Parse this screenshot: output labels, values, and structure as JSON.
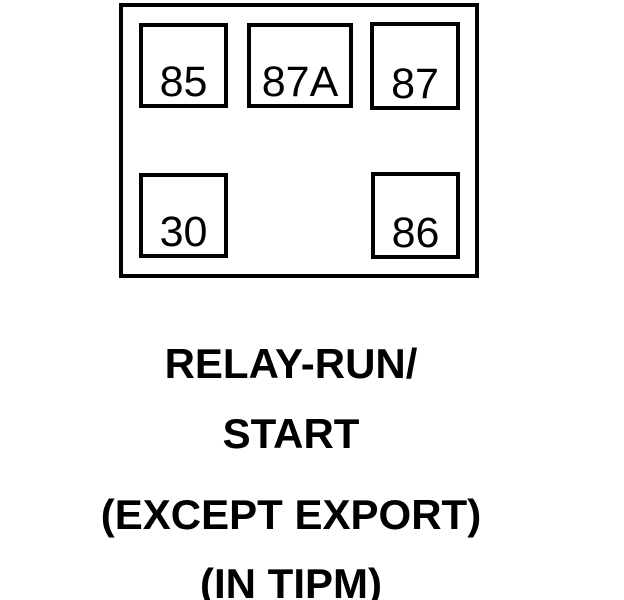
{
  "diagram": {
    "type": "relay-pinout",
    "colors": {
      "line": "#000000",
      "background": "#ffffff",
      "text": "#000000"
    },
    "pins": {
      "top_row": [
        "85",
        "87A",
        "87"
      ],
      "bottom_row": [
        "30",
        "86"
      ],
      "pin_85": "85",
      "pin_87a": "87A",
      "pin_87": "87",
      "pin_30": "30",
      "pin_86": "86"
    },
    "caption": {
      "line1": "RELAY-RUN/",
      "line2": "START",
      "line3": "(EXCEPT EXPORT)",
      "line4": "(IN TIPM)",
      "full_text": "RELAY-RUN/ START (EXCEPT EXPORT) (IN TIPM)"
    }
  }
}
